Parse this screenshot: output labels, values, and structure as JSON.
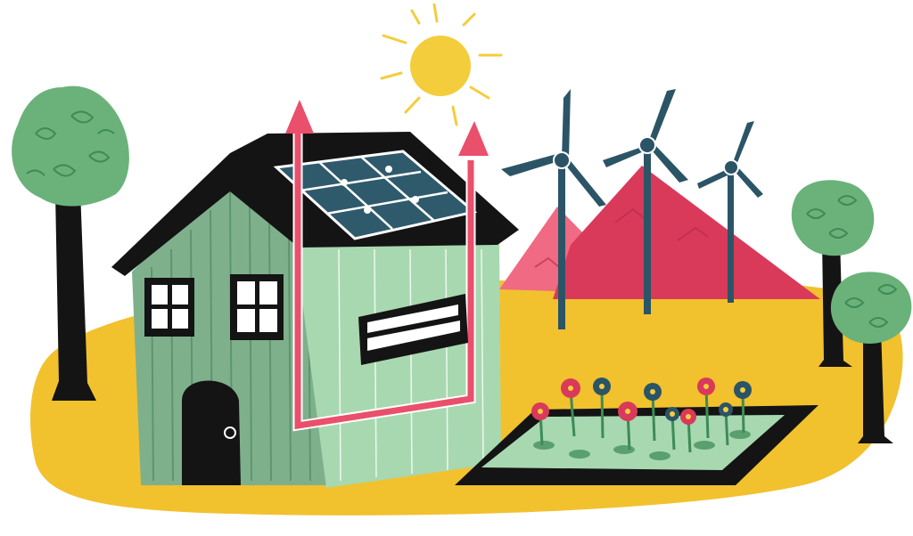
{
  "illustration": {
    "subject": "sustainable-home-with-solar-and-wind",
    "elements": [
      "sun",
      "solar-panels",
      "house",
      "heat-flow-arrows",
      "wind-turbines",
      "mountains",
      "trees",
      "flower-garden"
    ],
    "colors": {
      "ground": "#f2c12e",
      "house_front": "#7fb08c",
      "house_side": "#a8d8b0",
      "roof": "#141414",
      "panel": "#2f5a6c",
      "arrow": "#ea4f6b",
      "mountain_back": "#f06a83",
      "mountain_front": "#d93a5a",
      "turbine": "#2b5566",
      "tree_trunk": "#141414",
      "tree_canopy": "#6ab27a",
      "sun": "#f4cd3c",
      "garden_grass": "#a8d8b0"
    }
  }
}
